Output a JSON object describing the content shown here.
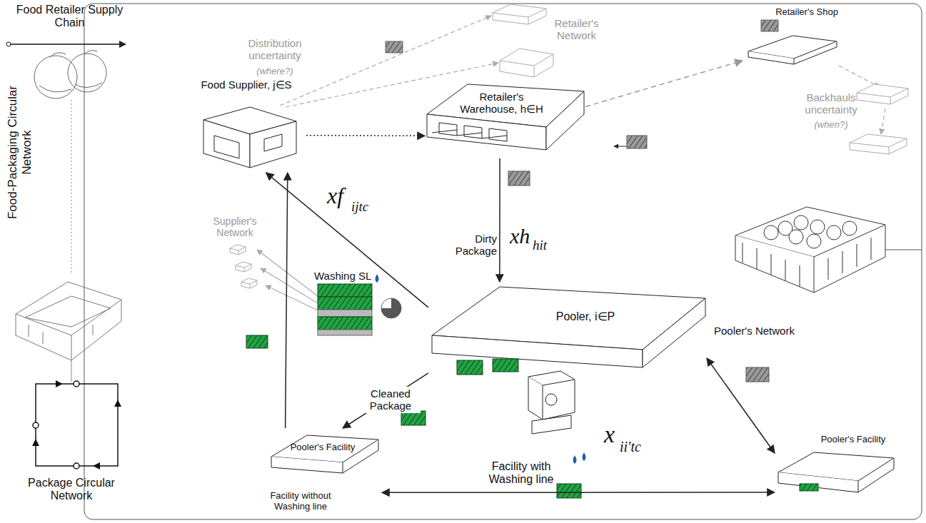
{
  "diagram": {
    "nodes": [
      {
        "text": [
          "Food Supplier, j∈S"
        ]
      },
      {
        "text": [
          "Retailer's Warehouse, h∈H"
        ]
      },
      {
        "text": [
          "Retailer's Shop"
        ]
      },
      {
        "text": [
          "Pooler, i∈P",
          "Facility with Washing line"
        ]
      },
      {
        "text": [
          "Pooler's Facility",
          "Facility without Washing line"
        ]
      },
      {
        "text": [
          "Pooler's Facility"
        ]
      }
    ],
    "edges": [
      {
        "from": 0,
        "to": 1,
        "arrow": "to"
      },
      {
        "from": 1,
        "to": 2,
        "arrow": "to"
      },
      {
        "from": 1,
        "to": 3,
        "label": "Dirty Package",
        "arrow": "to"
      },
      {
        "from": 3,
        "to": 0,
        "arrow": "to"
      },
      {
        "from": 3,
        "to": 4,
        "label": "Cleaned Package",
        "arrow": "to"
      },
      {
        "from": 4,
        "to": 0,
        "arrow": "to"
      },
      {
        "from": 3,
        "to": 5,
        "arrow": "both"
      },
      {
        "from": 4,
        "to": 5,
        "arrow": "both"
      }
    ],
    "labels": [
      "Food Retailer Supply Chain",
      "Food-Packaging Circular Network",
      "Package Circular Network",
      "Distribution uncertainty",
      "(where?)",
      "Retailer's Network",
      "Backhauls uncertainty",
      "(when?)",
      "xf",
      "ijtc",
      "Supplier's Network",
      "Washing SL",
      "%",
      "xh",
      "hit",
      "Pooler's Network",
      "x",
      "ii'tc"
    ]
  }
}
